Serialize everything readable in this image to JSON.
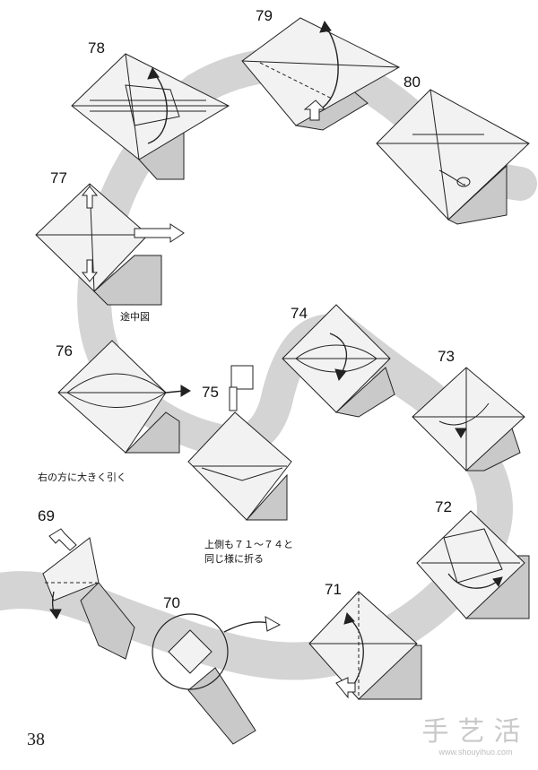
{
  "page": {
    "number": "38"
  },
  "steps": {
    "s69": "69",
    "s70": "70",
    "s71": "71",
    "s72": "72",
    "s73": "73",
    "s74": "74",
    "s75": "75",
    "s76": "76",
    "s77": "77",
    "s78": "78",
    "s79": "79",
    "s80": "80"
  },
  "notes": {
    "intermediate_view": "途中図",
    "pull_right": "右の方に大きく引く",
    "upper_side_line1": "上側も７１～７４と",
    "upper_side_line2": "同じ様に折る"
  },
  "watermark": {
    "glyphs": "手艺活",
    "url": "www.shouyihuo.com"
  },
  "colors": {
    "path_band": "#d4d4d4",
    "paper_shade": "#c9c9c9",
    "paper_light": "#f2f2f2",
    "line": "#222222"
  }
}
